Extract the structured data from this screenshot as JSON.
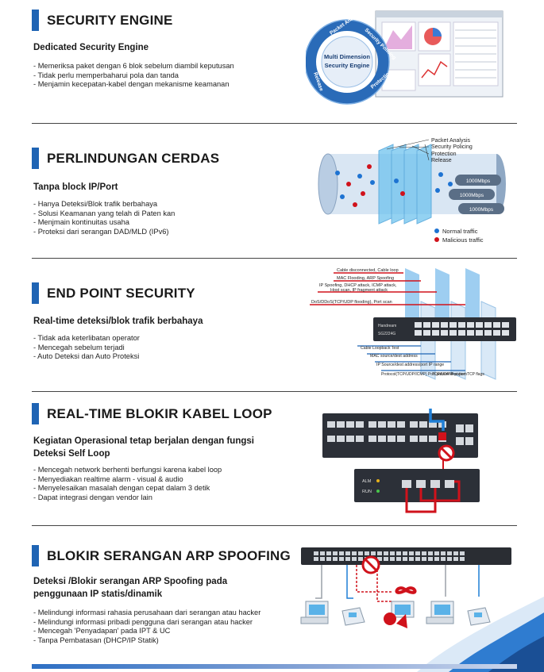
{
  "sections": [
    {
      "title": "SECURITY ENGINE",
      "subtitle": "Dedicated Security Engine",
      "points": [
        "Memeriksa paket dengan 6 blok  sebelum diambil keputusan",
        "Tidak  perlu memperbaharui pola dan tanda",
        "Menjamin kecepatan-kabel dengan mekanisme keamanan"
      ]
    },
    {
      "title": "PERLINDUNGAN CERDAS",
      "subtitle": "Tanpa block IP/Port",
      "points": [
        "Hanya Deteksi/Blok trafik berbahaya",
        "Solusi Keamanan yang telah di Paten kan",
        "Menjmain kontinuitas usaha",
        "Proteksi dari serangan DAD/MLD (IPv6)"
      ]
    },
    {
      "title": "END POINT SECURITY",
      "subtitle": "Real-time deteksi/blok trafik berbahaya",
      "points": [
        "Tidak ada keterlibatan operator",
        "Mencegah sebelum terjadi",
        "Auto Deteksi dan Auto Proteksi"
      ]
    },
    {
      "title": "REAL-TIME BLOKIR KABEL LOOP",
      "subtitle": "Kegiatan Operasional tetap berjalan dengan fungsi Deteksi Self Loop",
      "points": [
        "Mencegah network berhenti berfungsi karena kabel loop",
        "Menyediakan realtime alarm - visual & audio",
        "Menyelesaikan masalah dengan cepat dalam 3 detik",
        "Dapat integrasi dengan vendor lain"
      ]
    },
    {
      "title": "BLOKIR SERANGAN ARP SPOOFING",
      "subtitle": "Deteksi /Blokir serangan ARP Spoofing pada penggunaan IP statis/dinamik",
      "points": [
        "Melindungi informasi rahasia perusahaan dari serangan atau hacker",
        "Melindungi informasi pribadi pengguna dari serangan atau hacker",
        "Mencegah 'Penyadapan' pada IPT & UC",
        "Tanpa Pembatasan (DHCP/IP Statik)"
      ]
    }
  ],
  "engine_graphic": {
    "center_line1": "Multi Dimension",
    "center_line2": "Security Engine",
    "ring_labels": [
      "Packet Analysis",
      "Security Policing",
      "Protection",
      "Release"
    ]
  },
  "pipe_graphic": {
    "layers": [
      "Packet Analysis",
      "Security Policing",
      "Protection",
      "Release"
    ],
    "speeds": [
      "1000Mbps",
      "1000Mbps",
      "1000Mbps"
    ],
    "legend_normal": "Normal traffic",
    "legend_malicious": "Malicious traffic"
  },
  "endpoint_graphic": {
    "attacks": [
      "Cable disconnected, Cable loop",
      "MAC Flooding, ARP Spoofing",
      "IP Spoofing, DHCP attack, ICMP attack,",
      "Host scan, IP fragment attack",
      "DoS/DDoS(TCP/UDP flooding), Port scan"
    ],
    "device_brand": "Handream",
    "device_model": "SG2224G",
    "checks": [
      "Cable Loopback Test",
      "MAC source/dest address",
      "IP Source/dest address/port IP range",
      "Protocol(TCP/UDP/ICMP) Port pattern/IP pattern",
      "TCP/UDP dest port TCP flags"
    ]
  },
  "loop_graphic": {
    "alm_label": "ALM",
    "run_label": "RUN"
  },
  "colors": {
    "accent": "#1f64b4",
    "alert": "#d0121b",
    "normal_dot": "#1e73d2"
  }
}
